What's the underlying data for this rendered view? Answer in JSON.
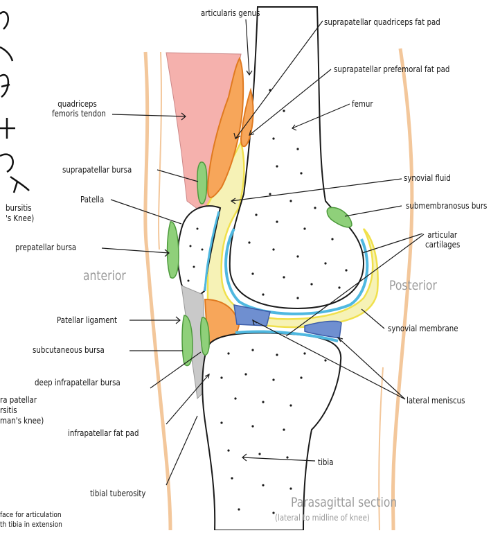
{
  "labels": {
    "articularis_genus": "articularis genus",
    "suprapatellar_quadriceps_fat_pad": "suprapatellar quadriceps fat pad",
    "suprapatellar_prefemoral_fat_pad": "suprapatellar prefemoral fat pad",
    "femur": "femur",
    "quadriceps_femoris_tendon_1": "quadriceps",
    "quadriceps_femoris_tendon_2": "femoris tendon",
    "suprapatellar_bursa": "suprapatellar bursa",
    "patella": "Patella",
    "synovial_fluid": "synovial fluid",
    "submembranosus_bursa": "submembranosus burs",
    "articular_cartilages_1": "articular",
    "articular_cartilages_2": "cartilages",
    "prepatellar_bursa": "prepatellar bursa",
    "anterior": "anterior",
    "posterior": "Posterior",
    "patellar_ligament": "Patellar ligament",
    "synovial_membrane": "synovial membrane",
    "subcutaneous_bursa": "subcutaneous bursa",
    "deep_infrapatellar_bursa": "deep infrapatellar bursa",
    "lateral_meniscus": "lateral meniscus",
    "infrapatellar_fat_pad": "infrapatellar fat pad",
    "tibia": "tibia",
    "tibial_tuberosity": "tibial tuberosity",
    "section_title": "Parasagittal section",
    "section_subtitle": "(lateral to midline of knee)"
  },
  "cutoff_left": {
    "bursitis": "bursitis",
    "knee_note": "'s Knee)",
    "infra_1": "ra patellar",
    "infra_2": "rsitis",
    "infra_3": "man's knee)",
    "face_1": "face for articulation",
    "face_2": "th tibia in extension"
  },
  "colors": {
    "skin": "#f3c79b",
    "tendon": "#f5b1ad",
    "fat_pad": "#f7a65a",
    "bursa": "#8fd07a",
    "synovial": "#f6f2b6",
    "synovial_edge": "#f0e04c",
    "cartilage": "#4fb8e0",
    "meniscus": "#6f8fd0",
    "ligament": "#c9c9c9",
    "gray_text": "#9a9a9a"
  }
}
